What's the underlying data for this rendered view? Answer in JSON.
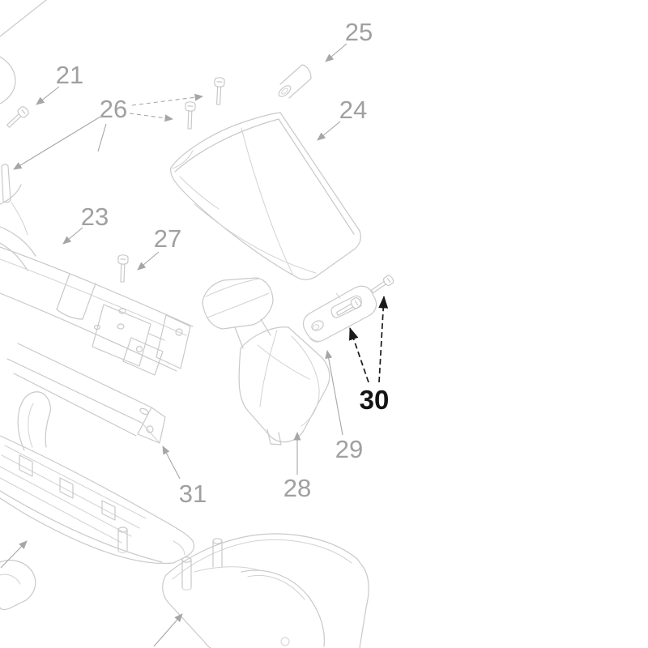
{
  "page": {
    "background": "#ffffff",
    "figure_type": "exploded-parts-diagram"
  },
  "colors": {
    "line_art": "#c9c9c9",
    "leader_gray": "#a6a6a6",
    "label_gray": "#a0a0a0",
    "label_highlight": "#141414",
    "leader_highlight": "#1a1a1a"
  },
  "callouts": {
    "c21": {
      "label": "21",
      "highlighted": false
    },
    "c23": {
      "label": "23",
      "highlighted": false
    },
    "c24": {
      "label": "24",
      "highlighted": false
    },
    "c25": {
      "label": "25",
      "highlighted": false
    },
    "c26": {
      "label": "26",
      "highlighted": false
    },
    "c27": {
      "label": "27",
      "highlighted": false
    },
    "c28": {
      "label": "28",
      "highlighted": false
    },
    "c29": {
      "label": "29",
      "highlighted": false
    },
    "c30": {
      "label": "30",
      "highlighted": true
    },
    "c31": {
      "label": "31",
      "highlighted": false
    }
  }
}
